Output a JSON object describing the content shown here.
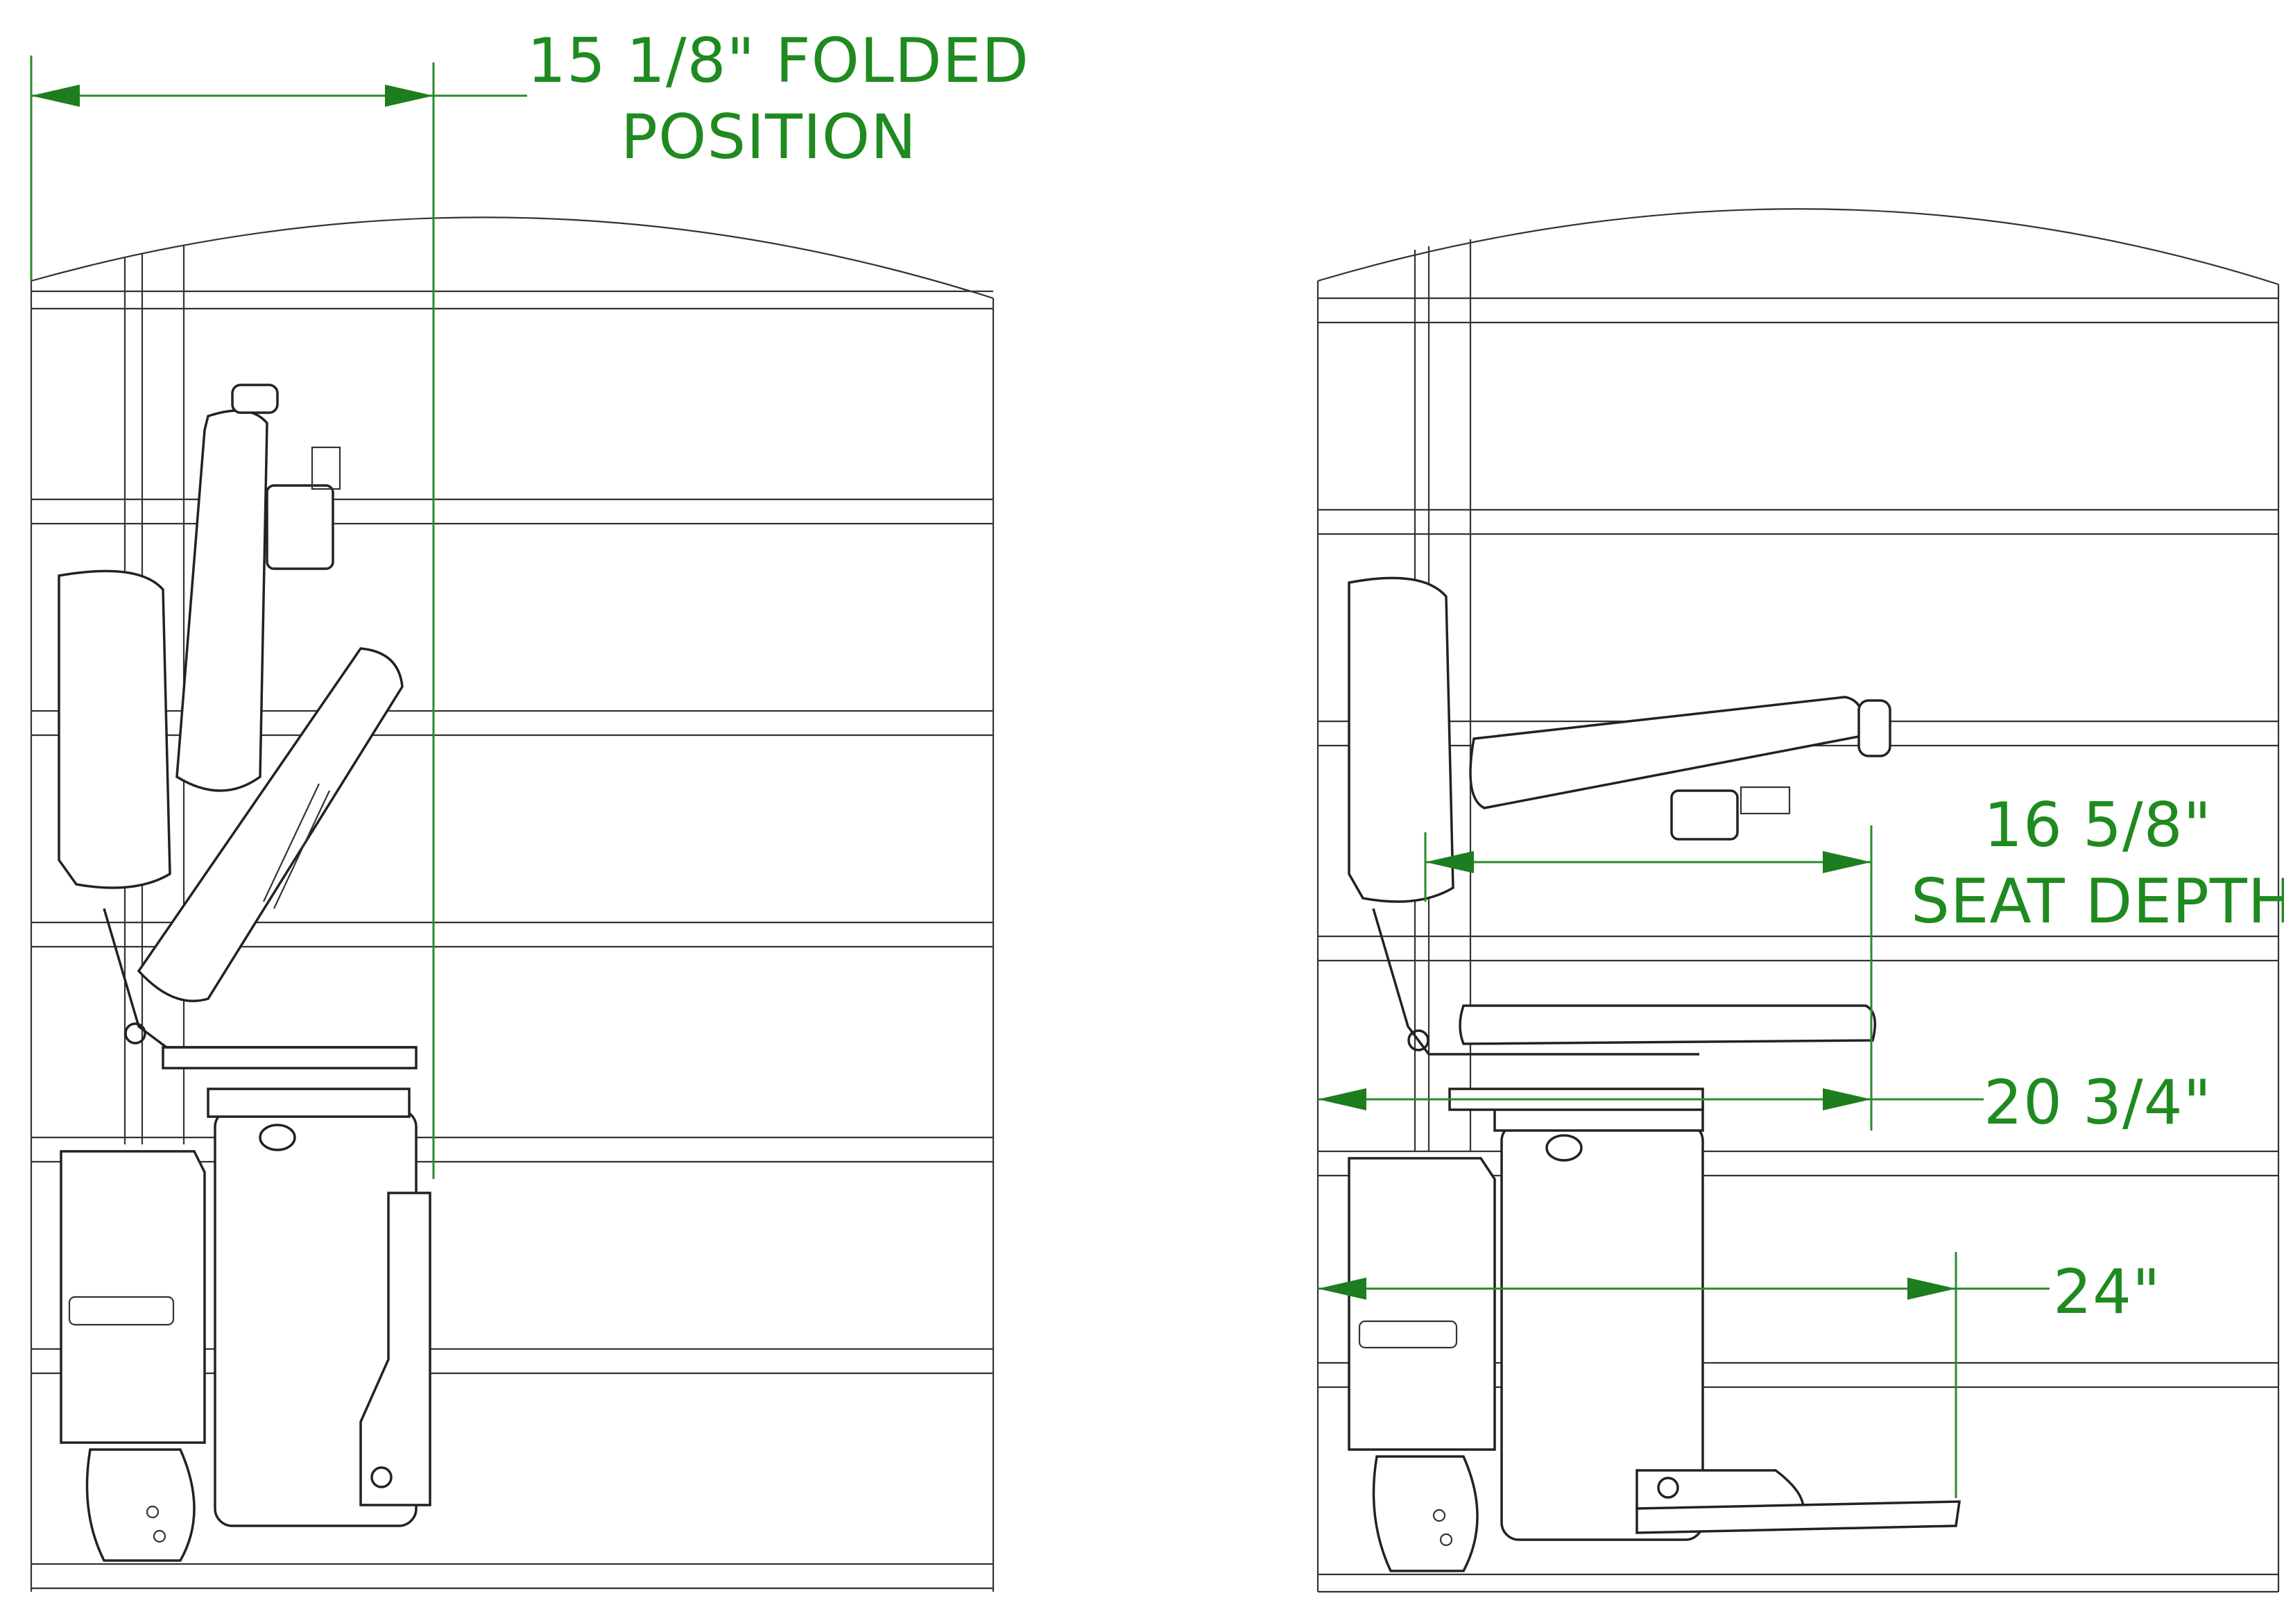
{
  "dimensions": {
    "folded_width_line1": "15 1/8\" FOLDED",
    "folded_width_line2": "POSITION",
    "seat_depth_line1": "16 5/8\"",
    "seat_depth_line2": "SEAT DEPTH",
    "seat_width": "20 3/4\"",
    "footrest_width": "24\""
  },
  "colors": {
    "dimension": "#1f8a1f",
    "drawing": "#222222"
  },
  "views": [
    "folded-side-view",
    "unfolded-side-view"
  ]
}
